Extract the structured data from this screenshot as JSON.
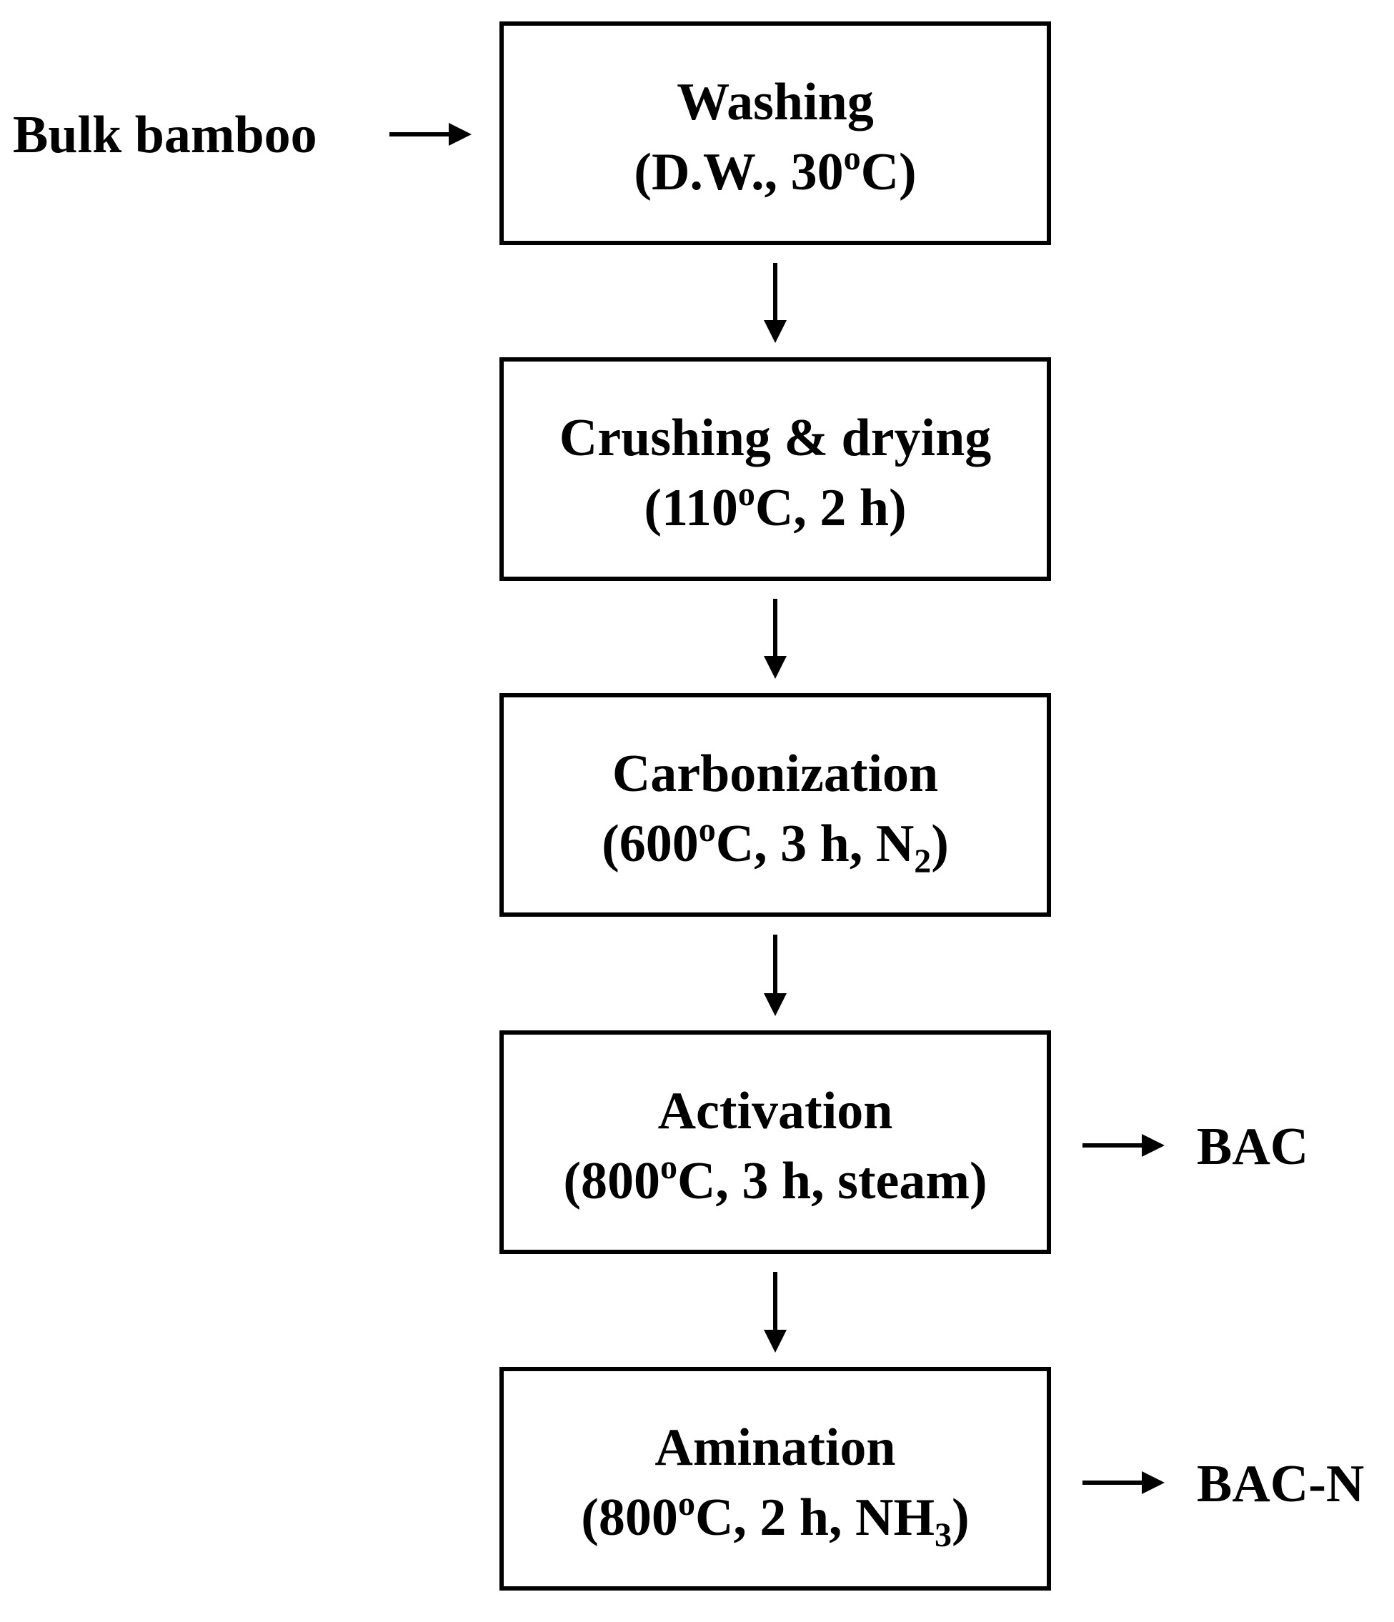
{
  "diagram": {
    "input_label": "Bulk bamboo",
    "steps": [
      {
        "title": "Washing",
        "condition": [
          "(D.W., 30",
          "o",
          "C)"
        ]
      },
      {
        "title": "Crushing & drying",
        "condition": [
          "(110",
          "o",
          "C, 2 h)"
        ]
      },
      {
        "title": "Carbonization",
        "condition": [
          "(600",
          "o",
          "C, 3 h, N",
          "2",
          ")"
        ]
      },
      {
        "title": "Activation",
        "condition": [
          "(800",
          "o",
          "C, 3 h, steam)"
        ]
      },
      {
        "title": "Amination",
        "condition": [
          "(800",
          "o",
          "C, 2 h, NH",
          "3",
          ")"
        ]
      }
    ],
    "outputs": {
      "activation": "BAC",
      "amination": "BAC-N"
    },
    "colors": {
      "line": "#000000",
      "background": "#ffffff"
    }
  }
}
